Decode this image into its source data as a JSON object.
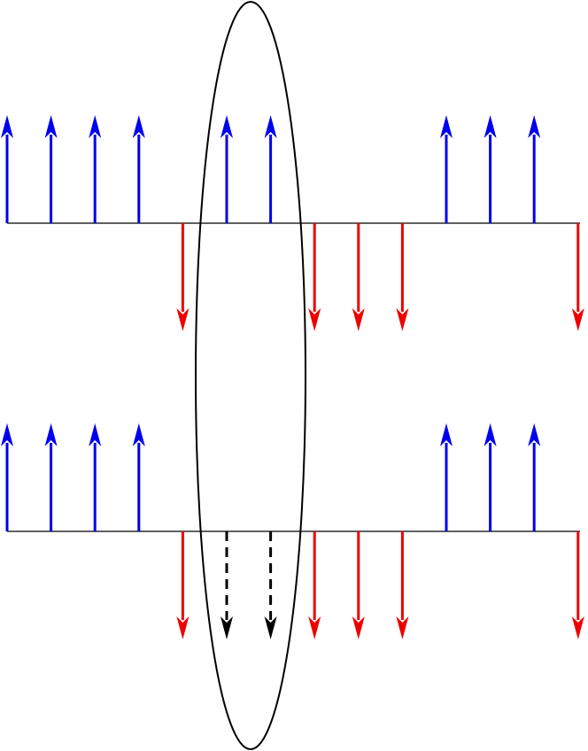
{
  "diagram": {
    "colors": {
      "up": "#0000ee",
      "down": "#ee0000",
      "flipped": "#000000",
      "baseline": "#000000",
      "ellipse": "#000000",
      "background": "#ffffff"
    },
    "rows": [
      {
        "name": "top-row",
        "arrows": [
          "up",
          "up",
          "up",
          "up",
          "down",
          "up",
          "up",
          "down",
          "down",
          "down",
          "up",
          "up",
          "up",
          "down"
        ]
      },
      {
        "name": "bottom-row",
        "arrows": [
          "up",
          "up",
          "up",
          "up",
          "down",
          "flipped",
          "flipped",
          "down",
          "down",
          "down",
          "up",
          "up",
          "up",
          "down"
        ]
      }
    ],
    "highlight": {
      "shape": "ellipse",
      "encloses_positions": [
        6,
        7
      ]
    }
  }
}
